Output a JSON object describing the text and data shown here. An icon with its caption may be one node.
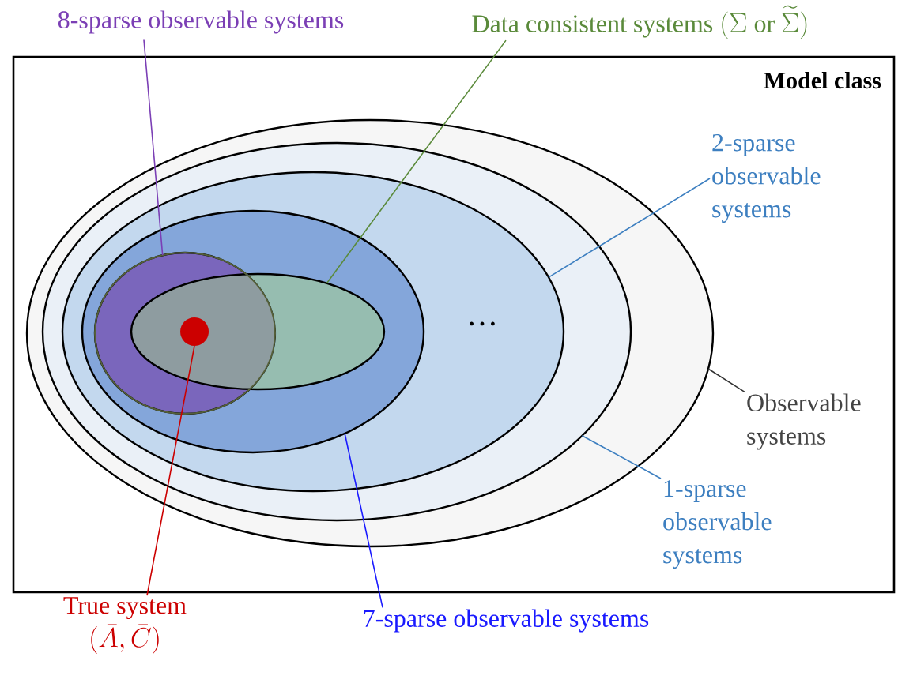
{
  "diagram": {
    "nodes": [
      {
        "text": [
          "Model class"
        ]
      },
      {
        "text": [
          "8-sparse observable systems"
        ]
      },
      {
        "text": [
          "Data consistent systems",
          "(\\Sigma \\text{ or } \\widetilde{\\Sigma})"
        ]
      },
      {
        "text": [],
        "shape": "ellipse",
        "in": 0
      },
      {
        "text": [],
        "shape": "ellipse",
        "in": 3
      },
      {
        "text": [],
        "shape": "ellipse",
        "in": 4
      },
      {
        "text": [
          "2-sparse observable systems"
        ],
        "in": 0
      },
      {
        "text": [],
        "shape": "ellipse",
        "in": 5
      },
      {
        "text": [],
        "shape": "ellipse",
        "in": 7
      },
      {
        "text": [],
        "shape": "ellipse",
        "in": 7
      },
      {
        "text": [],
        "shape": "circle",
        "in": 8
      },
      {
        "text": [
          "Observable systems"
        ],
        "in": 0
      },
      {
        "text": [
          "1-sparse observable systems"
        ],
        "in": 0
      },
      {
        "text": [
          "True system",
          "(\\bar{A}, \\bar{C})"
        ]
      },
      {
        "text": [
          "7-sparse observable systems"
        ]
      }
    ],
    "edges": [
      {
        "from": 1,
        "to": 8,
        "arrow": "none",
        "color": "#7b3fb5"
      },
      {
        "from": 2,
        "to": 9,
        "arrow": "none",
        "color": "#5a8a3a"
      },
      {
        "from": 6,
        "to": 5,
        "arrow": "none",
        "color": "#3d7fc0"
      },
      {
        "from": 11,
        "to": 3,
        "arrow": "none",
        "color": "#333333"
      },
      {
        "from": 12,
        "to": 4,
        "arrow": "none",
        "color": "#3d7fc0"
      },
      {
        "from": 13,
        "to": 10,
        "arrow": "none",
        "color": "#cc0000"
      },
      {
        "from": 14,
        "to": 7,
        "arrow": "none",
        "color": "#1a1aff"
      }
    ],
    "labels": [
      "…"
    ]
  }
}
